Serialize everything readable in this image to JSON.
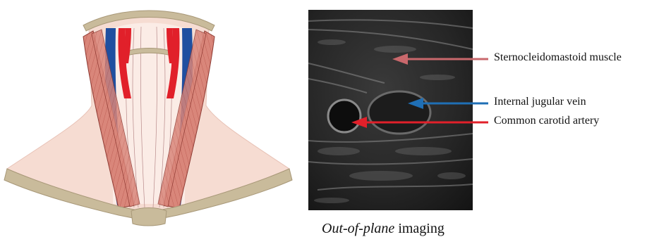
{
  "colors": {
    "artery": "#e1202a",
    "vein": "#1f4fa0",
    "muscle": "#d9867a",
    "skin": "#f6dcd2",
    "bone": "#c9bb9b",
    "sternocleido_arrow": "#c9686c"
  },
  "labels": {
    "sternocleidomastoid": "Sternocleidomastoid muscle",
    "jugular": "Internal jugular vein",
    "carotid": "Common carotid artery"
  },
  "caption": {
    "italic": "Out-of-plane",
    "rest": " imaging"
  }
}
